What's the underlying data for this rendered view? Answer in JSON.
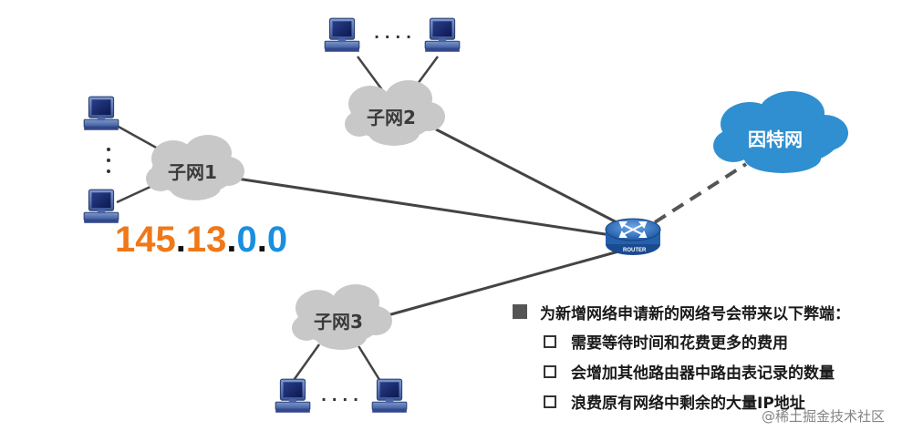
{
  "diagram": {
    "clouds": {
      "subnet1": "子网1",
      "subnet2": "子网2",
      "subnet3": "子网3",
      "internet": "因特网"
    },
    "router_label": "ROUTER",
    "ellipsis_h": "· · · ·",
    "ip_address": {
      "octet1": "145",
      "dot1": ".",
      "octet2": "13",
      "dot2": ".",
      "octet3": "0",
      "dot3": ".",
      "octet4": "0"
    },
    "colors": {
      "ip_network_part": "#f07818",
      "ip_host_part": "#1a8fe0",
      "ip_dot": "#111111",
      "subnet_cloud": "#c8c8c8",
      "internet_cloud": "#2f8fd0"
    }
  },
  "notes": {
    "heading": "为新增网络申请新的网络号会带来以下弊端：",
    "items": [
      "需要等待时间和花费更多的费用",
      "会增加其他路由器中路由表记录的数量",
      "浪费原有网络中剩余的大量IP地址"
    ]
  },
  "watermark": "@稀土掘金技术社区"
}
